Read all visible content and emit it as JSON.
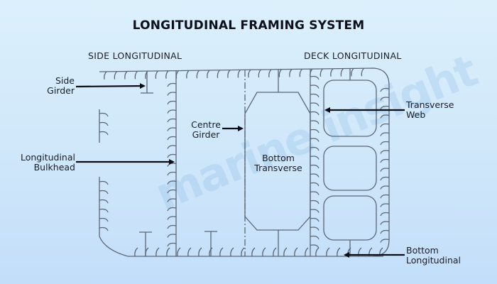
{
  "title": "LONGITUDINAL FRAMING SYSTEM",
  "watermark": "marine insight",
  "headings": {
    "side_longitudinal": "SIDE LONGITUDINAL",
    "deck_longitudinal": "DECK LONGITUDINAL"
  },
  "labels": {
    "side_girder": [
      "Side",
      "Girder"
    ],
    "longitudinal_bulkhead": [
      "Longitudinal",
      "Bulkhead"
    ],
    "centre_girder": [
      "Centre",
      "Girder"
    ],
    "bottom_transverse": [
      "Bottom",
      "Transverse"
    ],
    "transverse_web": [
      "Transverse",
      "Web"
    ],
    "bottom_longitudinal": [
      "Bottom",
      "Longitudinal"
    ]
  },
  "colors": {
    "structure_line": "#5b6777",
    "arrow": "#0b0d16",
    "text": "#1b1d26"
  }
}
